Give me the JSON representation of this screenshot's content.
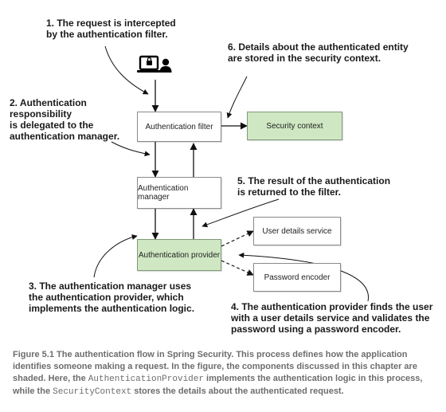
{
  "notes": {
    "n1": "1. The request is intercepted\n    by the authentication filter.",
    "n2": "2. Authentication\n    responsibility\n    is delegated to the\n    authentication manager.",
    "n3": "3. The authentication manager uses\n    the authentication provider, which\n    implements the authentication logic.",
    "n4": "4. The authentication provider finds the user\n    with a user details service and validates the\n    password using a password encoder.",
    "n5": "5. The result of the authentication\n    is returned to the filter.",
    "n6": "6. Details about the authenticated entity\n    are stored in the security context."
  },
  "boxes": {
    "auth_filter": "Authentication filter",
    "security_context": "Security context",
    "auth_manager": "Authentication manager",
    "auth_provider": "Authentication provider",
    "user_details_service": "User details service",
    "password_encoder": "Password encoder"
  },
  "caption": {
    "part1": "Figure 5.1   The authentication flow in Spring Security. This process defines how the application identifies someone making a request. In the figure, the components discussed in this chapter are shaded. Here, the ",
    "code1": "AuthenticationProvider",
    "part2": " implements the authentication logic in this process, while the ",
    "code2": "SecurityContext",
    "part3": " stores the details about the authenticated request."
  },
  "colors": {
    "shaded_fill": "#cfe8c3",
    "caption_text": "#6d6d6d"
  },
  "icons": [
    "laptop-user-icon"
  ]
}
